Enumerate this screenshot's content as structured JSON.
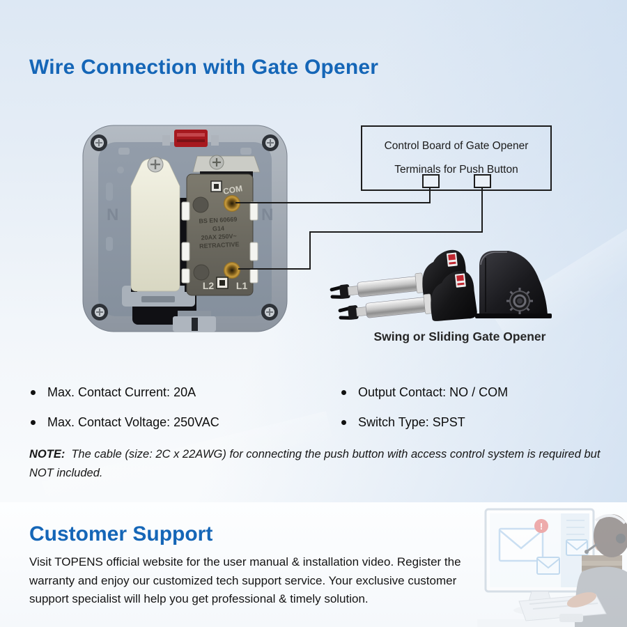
{
  "title": "Wire Connection with Gate Opener",
  "theme": {
    "accent": "#1566b7",
    "wire_color": "#1c1c1c"
  },
  "diagram": {
    "callout": {
      "line1": "Control Board of Gate Opener",
      "line2": "Terminals for Push Button"
    },
    "push_button": {
      "com": "COM",
      "l2": "L2",
      "l1": "L1",
      "n_left": "N",
      "n_right": "N",
      "markings": [
        "BS EN 60669",
        "G14",
        "20AX 250V~",
        "RETRACTIVE"
      ]
    },
    "opener_caption": "Swing or Sliding Gate Opener"
  },
  "specs": {
    "left": [
      "Max. Contact Current: 20A",
      "Max. Contact Voltage: 250VAC"
    ],
    "right": [
      "Output Contact: NO / COM",
      "Switch Type: SPST"
    ]
  },
  "note": {
    "label": "NOTE:",
    "body": "The cable (size: 2C x 22AWG) for connecting the push button with access control system is required but NOT included."
  },
  "support": {
    "heading": "Customer Support",
    "body": "Visit TOPENS official website for the user manual & installation video. Register the warranty and enjoy our customized tech support service. Your exclusive customer support specialist will help you get professional & timely solution.",
    "notification": "!"
  }
}
